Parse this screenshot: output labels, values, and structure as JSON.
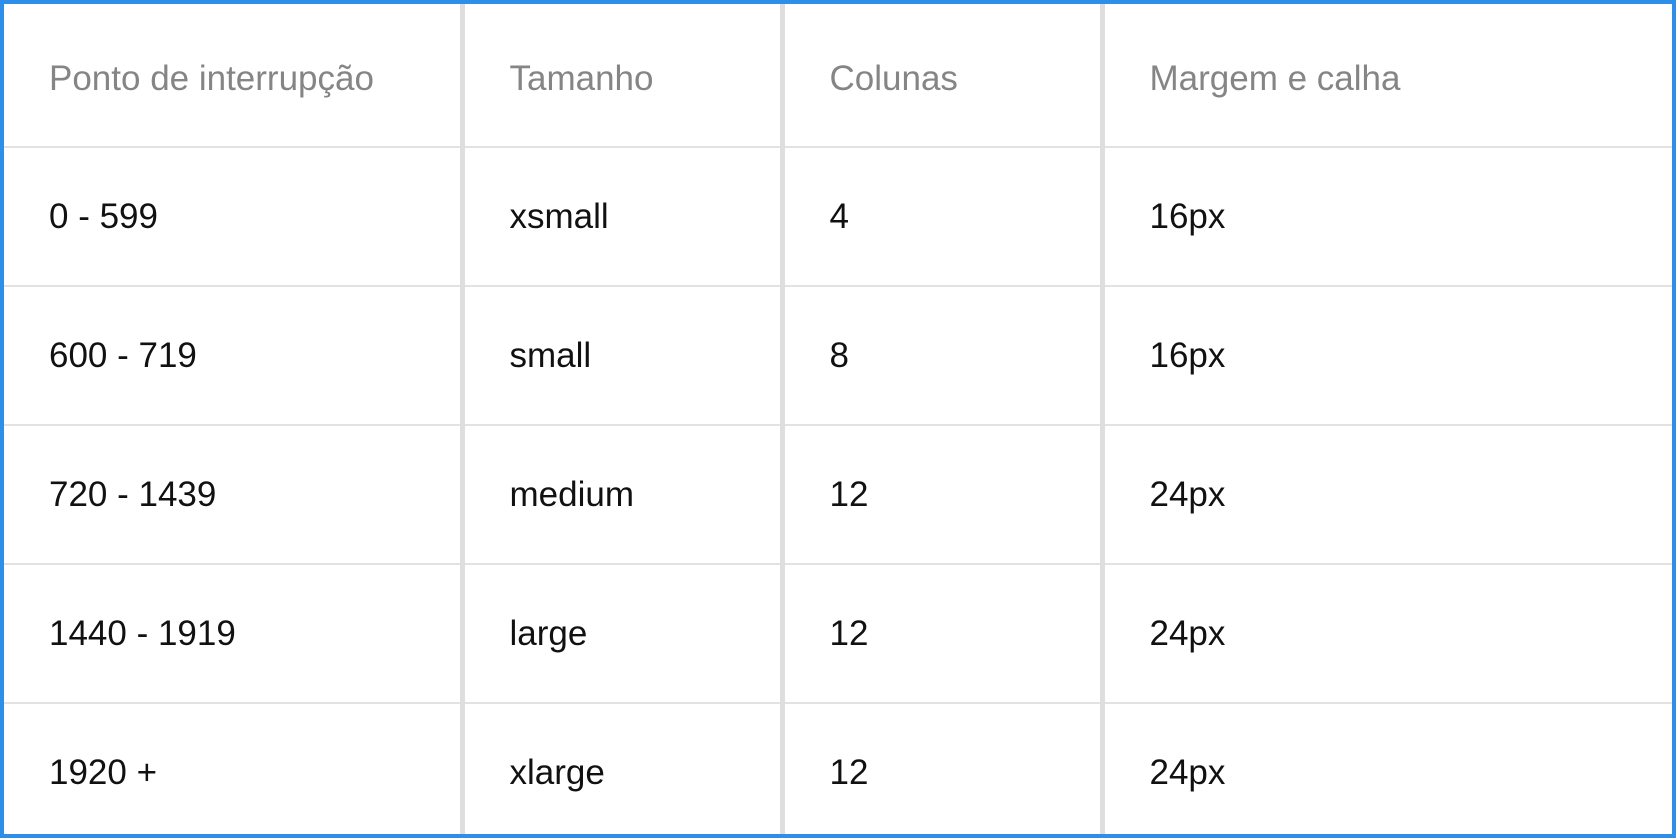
{
  "table": {
    "headers": [
      "Ponto de interrupção",
      "Tamanho",
      "Colunas",
      "Margem e calha"
    ],
    "rows": [
      [
        "0 - 599",
        "xsmall",
        "4",
        "16px"
      ],
      [
        "600 - 719",
        "small",
        "8",
        "16px"
      ],
      [
        "720 - 1439",
        "medium",
        "12",
        "24px"
      ],
      [
        "1440 - 1919",
        "large",
        "12",
        "24px"
      ],
      [
        "1920 +",
        "xlarge",
        "12",
        "24px"
      ]
    ]
  },
  "colors": {
    "frame_border": "#2f8fe8",
    "header_text": "#858585",
    "cell_text": "#111111",
    "grid_line": "#e2e2e2"
  }
}
